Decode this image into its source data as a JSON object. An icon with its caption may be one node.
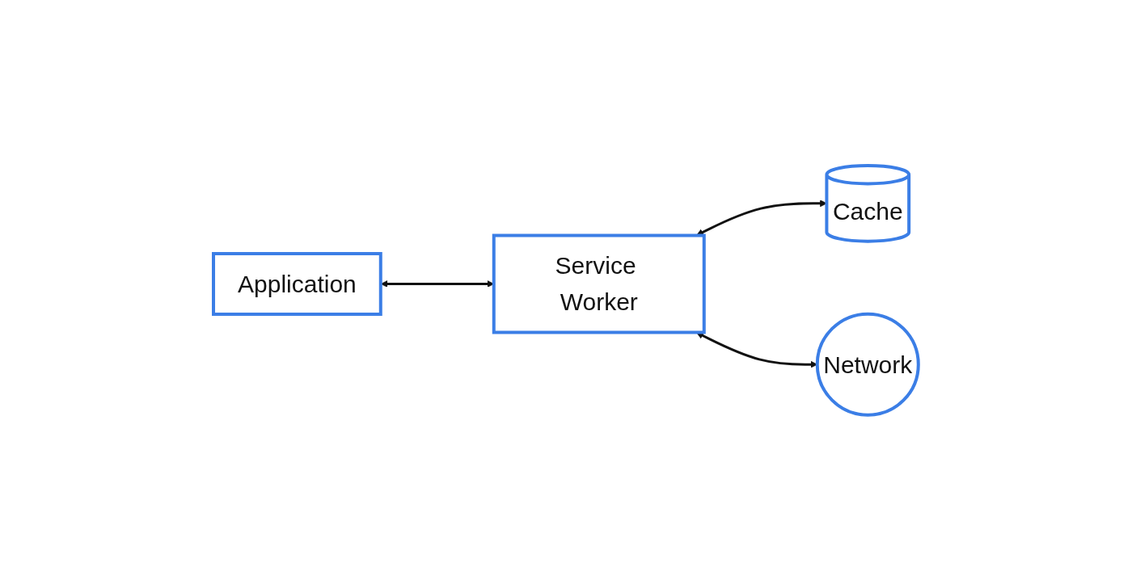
{
  "diagram": {
    "nodes": [
      {
        "text": [
          "Application"
        ]
      },
      {
        "text": [
          "Service Worker"
        ]
      },
      {
        "text": [
          "Cache"
        ]
      },
      {
        "text": [
          "Network"
        ]
      }
    ],
    "edges": [
      {
        "from": 0,
        "to": 1,
        "arrow": "both"
      },
      {
        "from": 1,
        "to": 2,
        "arrow": "both"
      },
      {
        "from": 1,
        "to": 3,
        "arrow": "both"
      }
    ]
  }
}
